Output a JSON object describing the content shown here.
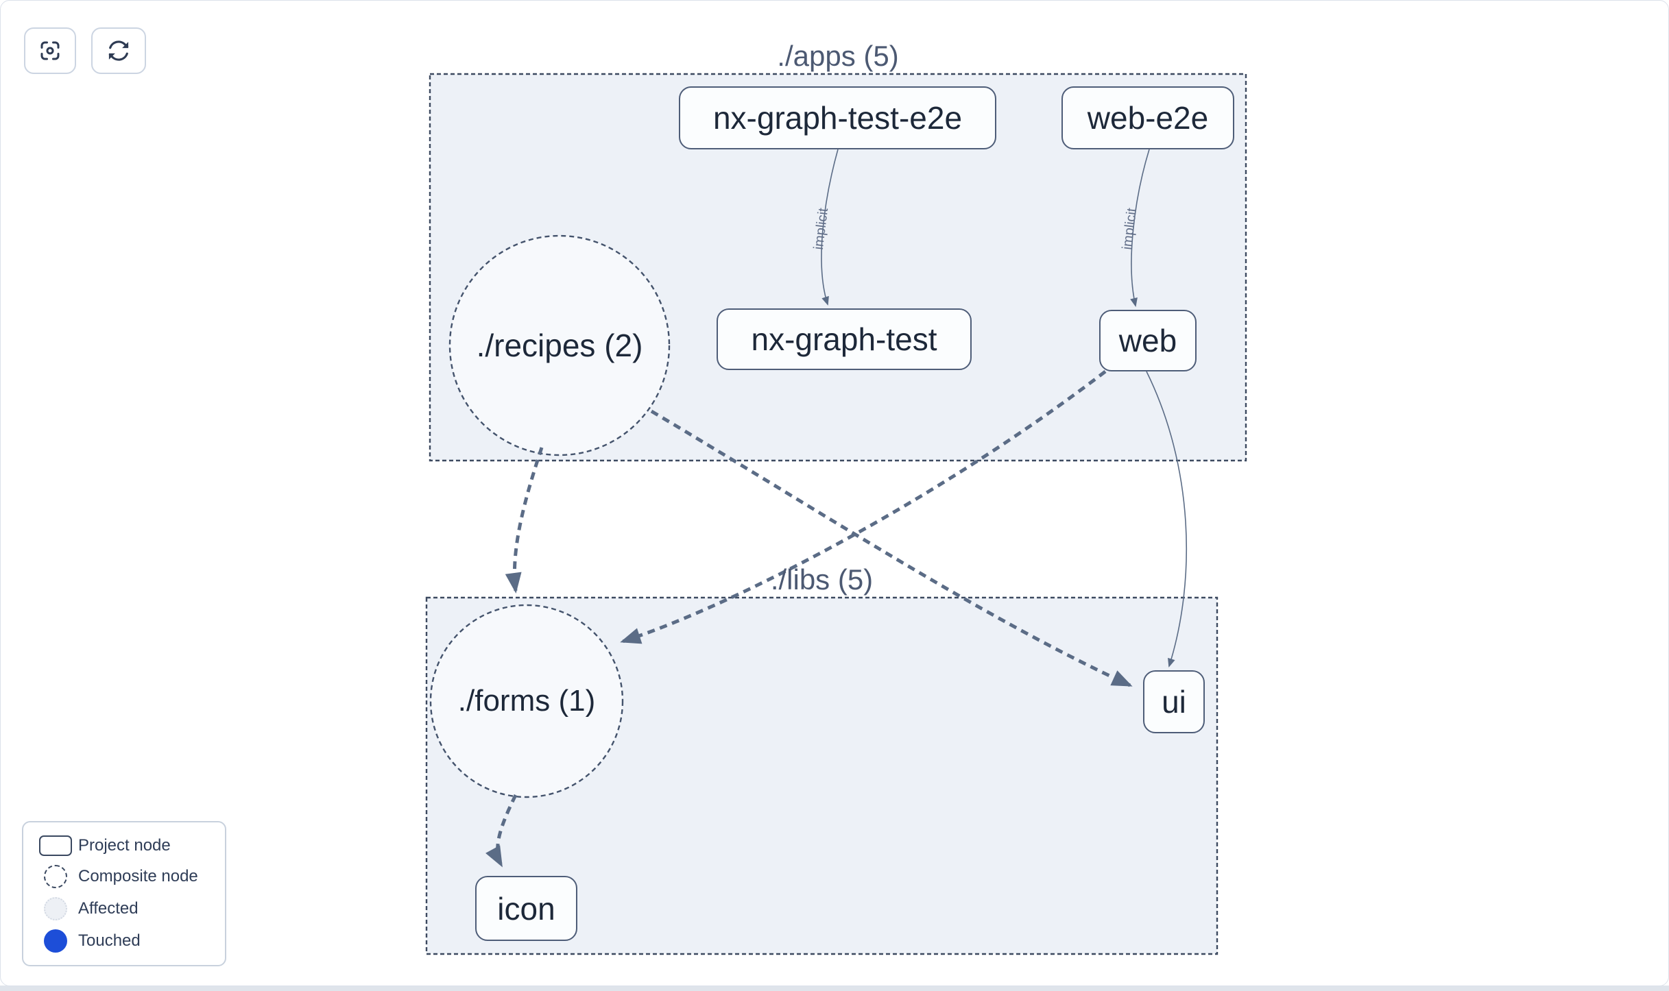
{
  "toolbar": {
    "buttons": [
      {
        "name": "focus-view"
      },
      {
        "name": "refresh-graph"
      }
    ]
  },
  "groups": [
    {
      "id": "apps",
      "label": "./apps (5)"
    },
    {
      "id": "libs",
      "label": "./libs (5)"
    }
  ],
  "nodes": [
    {
      "id": "nx-graph-test-e2e",
      "label": "nx-graph-test-e2e",
      "type": "project",
      "group": "apps"
    },
    {
      "id": "web-e2e",
      "label": "web-e2e",
      "type": "project",
      "group": "apps"
    },
    {
      "id": "recipes",
      "label": "./recipes (2)",
      "type": "composite",
      "group": "apps"
    },
    {
      "id": "nx-graph-test",
      "label": "nx-graph-test",
      "type": "project",
      "group": "apps"
    },
    {
      "id": "web",
      "label": "web",
      "type": "project",
      "group": "apps"
    },
    {
      "id": "forms",
      "label": "./forms (1)",
      "type": "composite",
      "group": "libs"
    },
    {
      "id": "ui",
      "label": "ui",
      "type": "project",
      "group": "libs"
    },
    {
      "id": "icon",
      "label": "icon",
      "type": "project",
      "group": "libs"
    }
  ],
  "edges": [
    {
      "from": "nx-graph-test-e2e",
      "to": "nx-graph-test",
      "type": "implicit",
      "label": "implicit",
      "style": "solid-thin"
    },
    {
      "from": "web-e2e",
      "to": "web",
      "type": "implicit",
      "label": "implicit",
      "style": "solid-thin"
    },
    {
      "from": "recipes",
      "to": "forms",
      "type": "dependency",
      "style": "dashed-thick"
    },
    {
      "from": "recipes",
      "to": "ui",
      "type": "dependency",
      "style": "dashed-thick"
    },
    {
      "from": "web",
      "to": "forms",
      "type": "dependency",
      "style": "dashed-thick"
    },
    {
      "from": "web",
      "to": "ui",
      "type": "dependency",
      "style": "solid-thin"
    },
    {
      "from": "forms",
      "to": "icon",
      "type": "dependency",
      "style": "dashed-thick"
    }
  ],
  "legend": {
    "items": [
      {
        "label": "Project node",
        "swatch": "project-outline"
      },
      {
        "label": "Composite node",
        "swatch": "dashed-circle"
      },
      {
        "label": "Affected",
        "swatch": "light-circle"
      },
      {
        "label": "Touched",
        "swatch": "blue-circle"
      }
    ]
  },
  "colors": {
    "touched_blue": "#1d4ed8",
    "group_fill": "#edf1f7",
    "group_border": "#3d4a60",
    "node_border": "#4e5d78",
    "edge": "#5b6c86",
    "node_text": "#1d2839",
    "title_text": "#4c5972"
  }
}
